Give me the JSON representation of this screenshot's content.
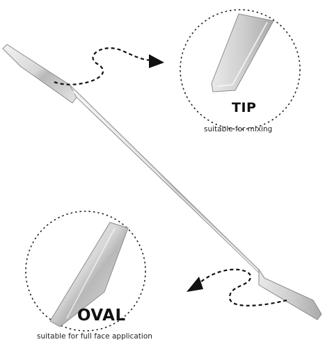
{
  "tip_callout": {
    "title": "TIP",
    "caption": "suitable for mixing"
  },
  "oval_callout": {
    "title": "OVAL",
    "caption": "suitable for full face application"
  },
  "colors": {
    "background": "#ffffff",
    "steel_light": "#f2f2f2",
    "steel_mid": "#c9c9c9",
    "steel_dark": "#8a8a8a",
    "circle_stroke": "#222222",
    "arrow": "#111111"
  },
  "icons": {
    "tip_arrow": "curvy-dashed-arrow-icon",
    "oval_arrow": "curvy-dashed-arrow-icon"
  }
}
